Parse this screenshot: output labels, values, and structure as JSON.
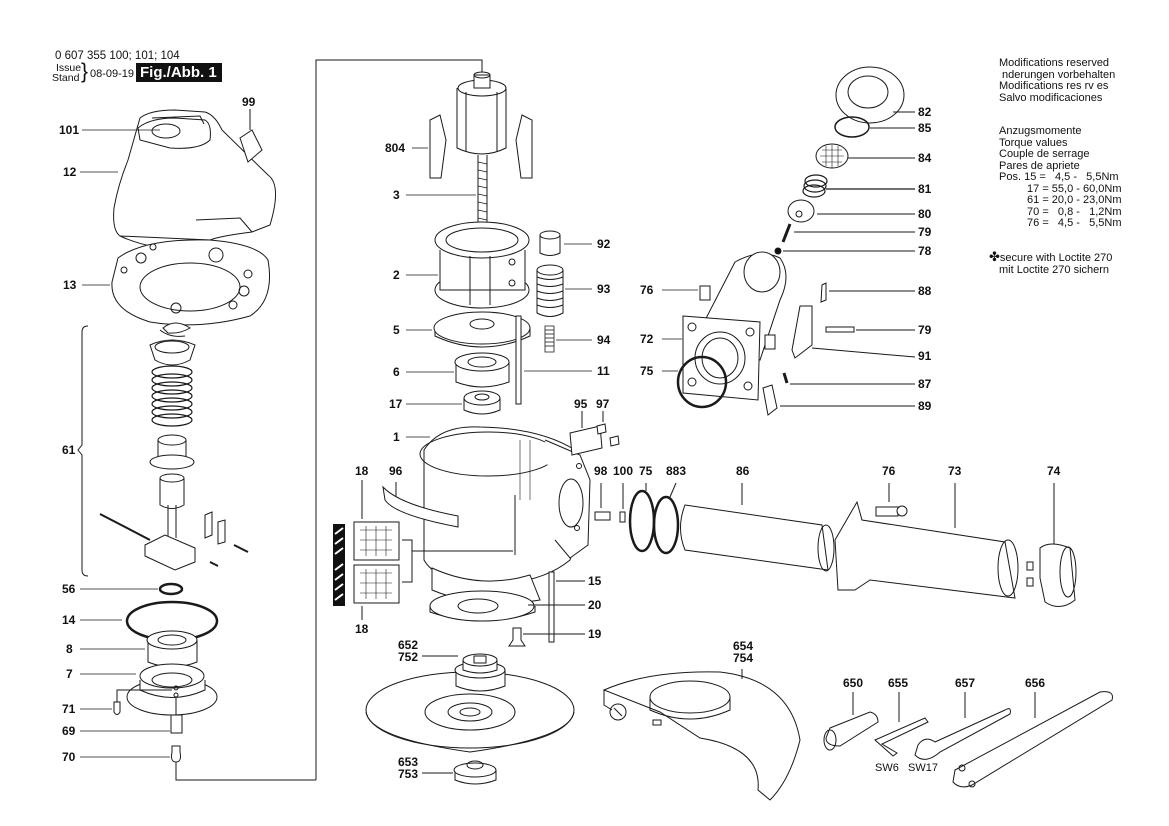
{
  "header": {
    "part_numbers": "0 607 355 100; 101; 104",
    "issue_label": "Issue",
    "stand_label": "Stand",
    "date": "08-09-19",
    "figure_label": "Fig./Abb. 1"
  },
  "notes": {
    "modifications": [
      "Modifications reserved",
      " nderungen vorbehalten",
      "Modifications res rv es",
      "Salvo modificaciones"
    ],
    "torque_titles": [
      "Anzugsmomente",
      "Torque values",
      "Couple de serrage",
      "Pares de apriete"
    ],
    "torque_values": [
      {
        "prefix": "Pos. ",
        "pos": "15",
        "range": "=   4,5 -   5,5Nm"
      },
      {
        "prefix": "",
        "pos": "17",
        "range": "= 55,0 - 60,0Nm"
      },
      {
        "prefix": "",
        "pos": "61",
        "range": "= 20,0 - 23,0Nm"
      },
      {
        "prefix": "",
        "pos": "70",
        "range": "=   0,8 -   1,2Nm"
      },
      {
        "prefix": "",
        "pos": "76",
        "range": "=   4,5 -   5,5Nm"
      }
    ],
    "loctite_symbol": "✤",
    "loctite": [
      "secure with Loctite 270",
      "mit Loctite 270 sichern"
    ]
  },
  "part_labels": {
    "p99": "99",
    "p101": "101",
    "p12": "12",
    "p13": "13",
    "p61": "61",
    "p56": "56",
    "p14": "14",
    "p8": "8",
    "p7": "7",
    "p71": "71",
    "p69": "69",
    "p70": "70",
    "p804": "804",
    "p3": "3",
    "p2": "2",
    "p92": "92",
    "p93": "93",
    "p5": "5",
    "p94": "94",
    "p6": "6",
    "p11": "11",
    "p17": "17",
    "p95": "95",
    "p97": "97",
    "p1": "1",
    "p18a": "18",
    "p96": "96",
    "p18b": "18",
    "p15": "15",
    "p20": "20",
    "p19": "19",
    "p98": "98",
    "p100": "100",
    "p75b": "75",
    "p883": "883",
    "p86": "86",
    "p76b": "76",
    "p73": "73",
    "p74": "74",
    "p82": "82",
    "p85": "85",
    "p84": "84",
    "p81": "81",
    "p80": "80",
    "p79a": "79",
    "p78": "78",
    "p76a": "76",
    "p88": "88",
    "p72": "72",
    "p79b": "79",
    "p91": "91",
    "p75a": "75",
    "p87": "87",
    "p89": "89",
    "p652": "652",
    "p752": "752",
    "p653": "653",
    "p753": "753",
    "p654": "654",
    "p754": "754",
    "p650": "650",
    "p655": "655",
    "p657": "657",
    "p656": "656",
    "sw6": "SW6",
    "sw17": "SW17"
  }
}
